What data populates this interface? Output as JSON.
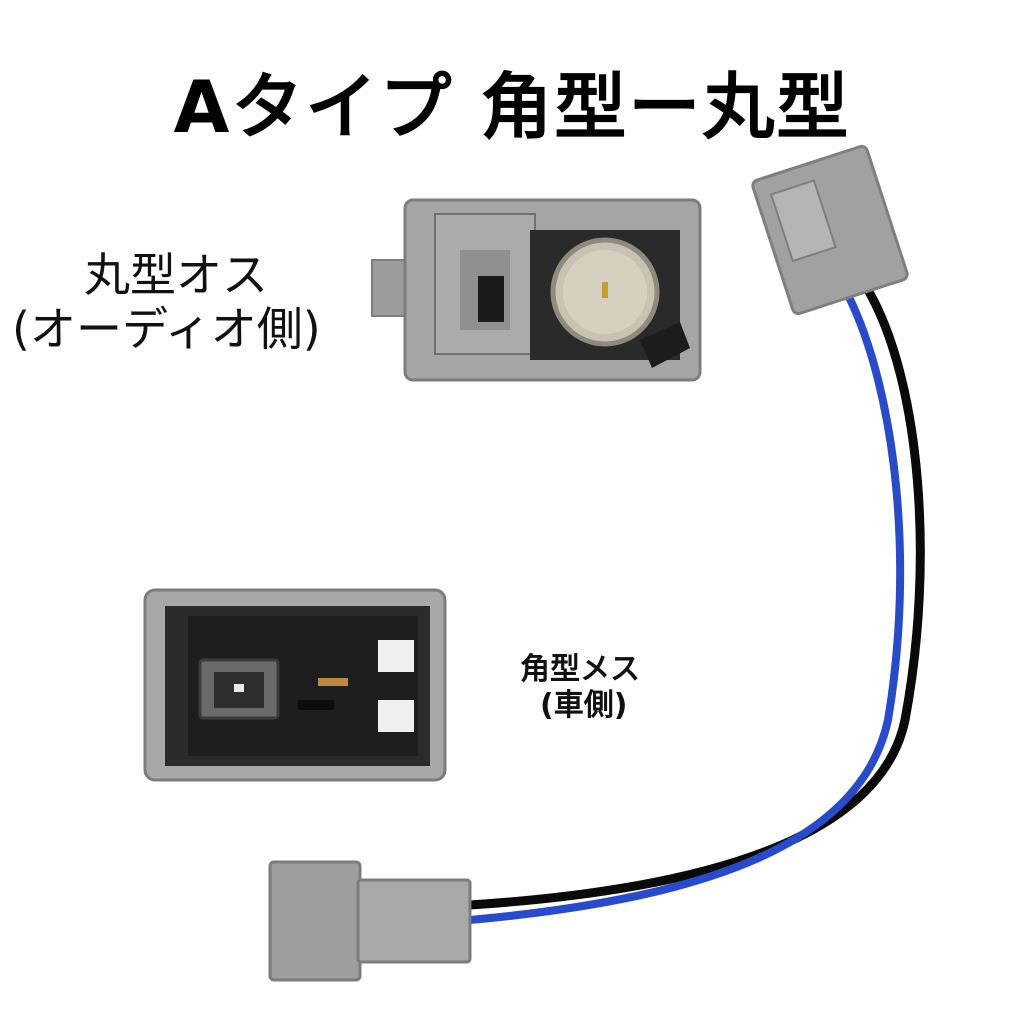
{
  "title": "Aタイプ 角型ー丸型",
  "labels": {
    "round_male": {
      "line1": "丸型オス",
      "line2": "(オーディオ側)"
    },
    "square_female": {
      "line1": "角型メス",
      "line2": "(車側)"
    }
  },
  "colors": {
    "connector_gray": "#a3a5a6",
    "wire_black": "#0a0a0a",
    "wire_blue": "#2a4bc8"
  }
}
